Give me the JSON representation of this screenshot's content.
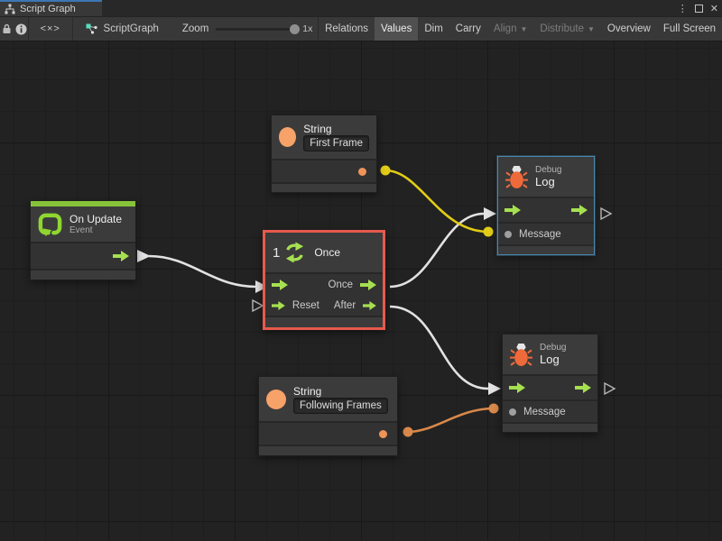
{
  "window": {
    "tab": "Script Graph",
    "controls": {
      "menu": "⋮",
      "maximize": "",
      "close": "✕"
    }
  },
  "toolbar": {
    "code_button": "<×>",
    "graph_name": "ScriptGraph",
    "zoom_label": "Zoom",
    "zoom_value": "1x",
    "buttons": [
      {
        "label": "Relations",
        "active": false,
        "disabled": false
      },
      {
        "label": "Values",
        "active": true,
        "disabled": false
      },
      {
        "label": "Dim",
        "active": false,
        "disabled": false
      },
      {
        "label": "Carry",
        "active": false,
        "disabled": false
      },
      {
        "label": "Align",
        "active": false,
        "disabled": true,
        "dropdown": true
      },
      {
        "label": "Distribute",
        "active": false,
        "disabled": true,
        "dropdown": true
      },
      {
        "label": "Overview",
        "active": false,
        "disabled": false
      },
      {
        "label": "Full Screen",
        "active": false,
        "disabled": false
      }
    ]
  },
  "nodes": {
    "string_first": {
      "title": "String",
      "value": "First Frame"
    },
    "debug_top": {
      "kicker": "Debug",
      "title": "Log",
      "input_label": "Message",
      "selected": true
    },
    "on_update": {
      "title": "On Update",
      "subtitle": "Event"
    },
    "once": {
      "badge": "1",
      "title": "Once",
      "out_once": "Once",
      "in_reset": "Reset",
      "out_after": "After",
      "selected": true
    },
    "string_following": {
      "title": "String",
      "value": "Following Frames"
    },
    "debug_bottom": {
      "kicker": "Debug",
      "title": "Log",
      "input_label": "Message"
    }
  },
  "colors": {
    "flow_green": "#a6e050",
    "event_green": "#87c33a",
    "value_orange": "#ef9459",
    "wire_white": "#e2e2e2",
    "wire_yellow": "#e2cc17",
    "wire_orange": "#d8884a",
    "selection_red": "#e65a4d",
    "selection_blue": "#4b87ad",
    "canvas_bg": "#222222"
  }
}
